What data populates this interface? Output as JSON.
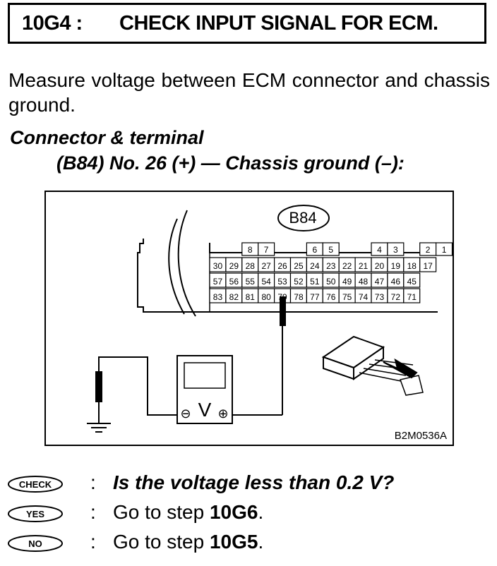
{
  "header": {
    "step": "10G4 :",
    "title": "CHECK INPUT SIGNAL FOR ECM."
  },
  "instruction": "Measure voltage between ECM connector and chassis ground.",
  "connector": {
    "heading": "Connector & terminal",
    "detail": "(B84) No. 26 (+) — Chassis ground (–):"
  },
  "figure": {
    "connector_label": "B84",
    "figure_id": "B2M0536A",
    "meter_symbol": "V",
    "minus_symbol": "⊖",
    "plus_symbol": "⊕",
    "row1": [
      "8",
      "7",
      "6",
      "5",
      "4",
      "3",
      "2",
      "1"
    ],
    "row2": [
      "30",
      "29",
      "28",
      "27",
      "26",
      "25",
      "24",
      "23",
      "22",
      "21",
      "20",
      "19",
      "18",
      "17"
    ],
    "row3": [
      "57",
      "56",
      "55",
      "54",
      "53",
      "52",
      "51",
      "50",
      "49",
      "48",
      "47",
      "46",
      "45"
    ],
    "row4": [
      "83",
      "82",
      "81",
      "80",
      "79",
      "78",
      "77",
      "76",
      "75",
      "74",
      "73",
      "72",
      "71"
    ]
  },
  "questions": [
    {
      "badge": "CHECK",
      "colon": ":",
      "text": "Is the voltage less than 0.2 V?"
    },
    {
      "badge": "YES",
      "colon": ":",
      "prefix": "Go to step ",
      "step": "10G6",
      "suffix": "."
    },
    {
      "badge": "NO",
      "colon": ":",
      "prefix": "Go to step ",
      "step": "10G5",
      "suffix": "."
    }
  ]
}
